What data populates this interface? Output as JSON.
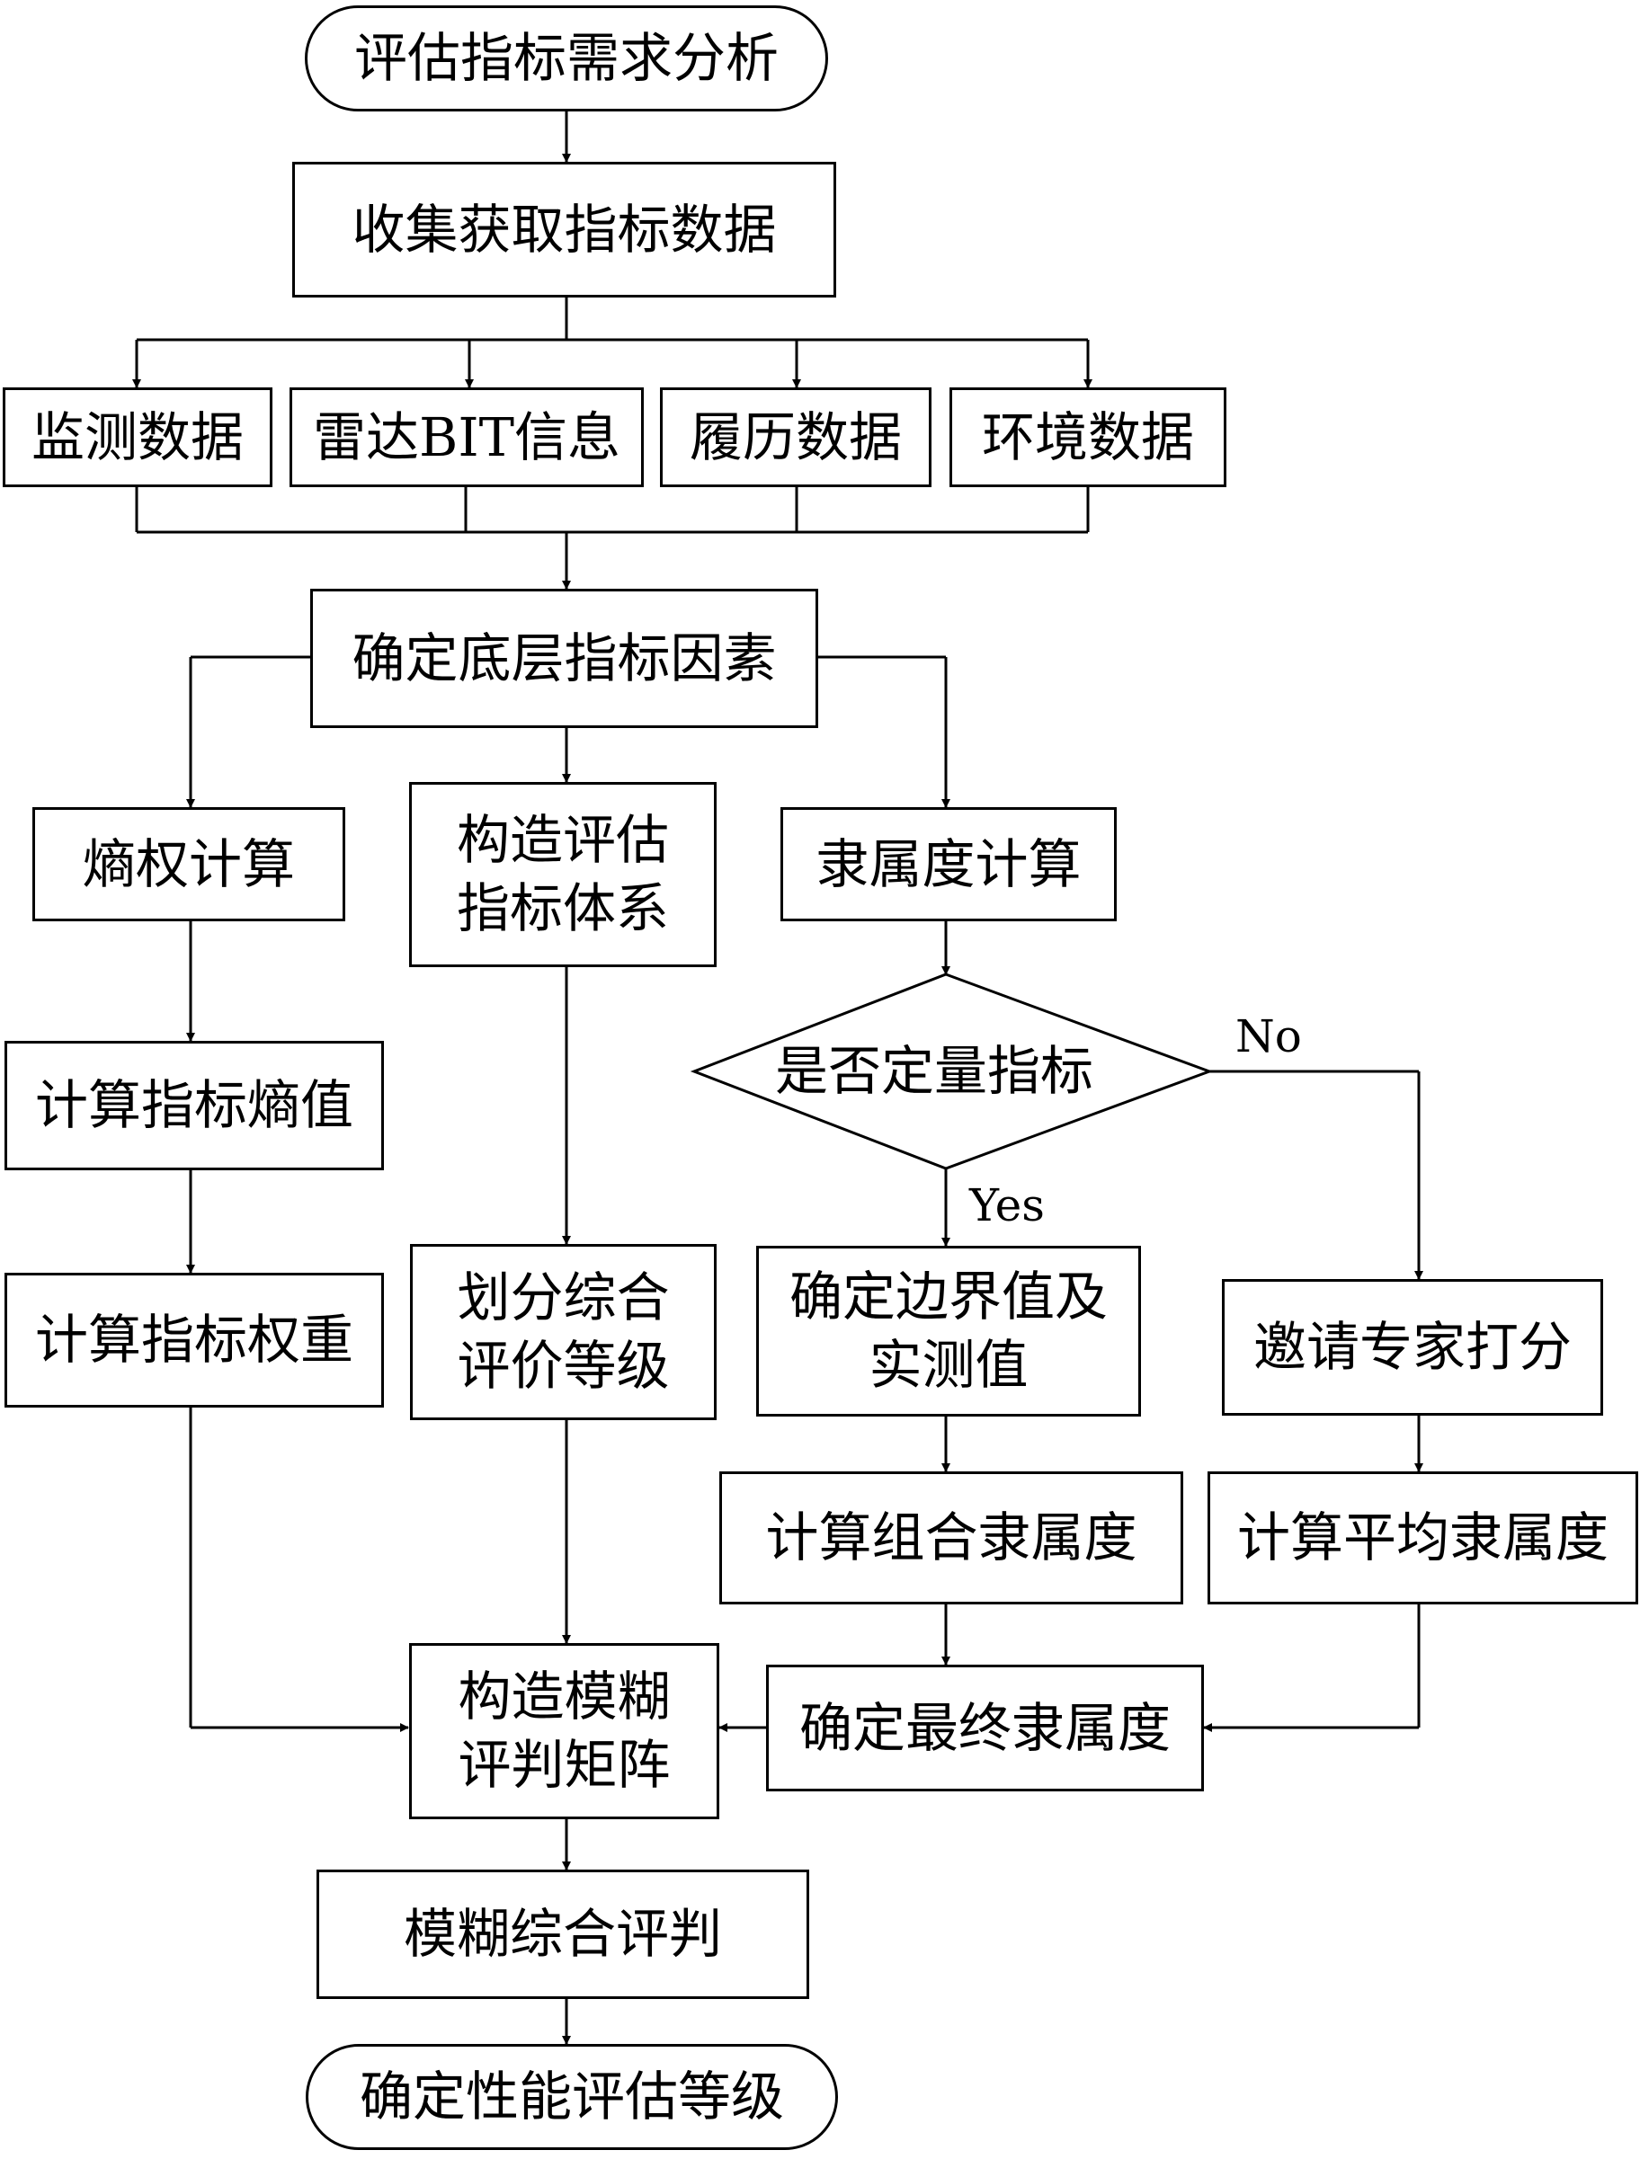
{
  "nodes": {
    "start": "评估指标需求分析",
    "collect": "收集获取指标数据",
    "monitor": "监测数据",
    "radar_bit": "雷达BIT信息",
    "history": "履历数据",
    "environment": "环境数据",
    "determine_bottom": "确定底层指标因素",
    "entropy_calc": "熵权计算",
    "build_system": [
      "构造评估",
      "指标体系"
    ],
    "membership_calc": "隶属度计算",
    "quant_decision": "是否定量指标",
    "entropy_value": "计算指标熵值",
    "weight": "计算指标权重",
    "grade_division": [
      "划分综合",
      "评价等级"
    ],
    "boundary": [
      "确定边界值及",
      "实测值"
    ],
    "expert": "邀请专家打分",
    "combined_membership": "计算组合隶属度",
    "average_membership": "计算平均隶属度",
    "fuzzy_matrix": [
      "构造模糊",
      "评判矩阵"
    ],
    "final_membership": "确定最终隶属度",
    "fuzzy_eval": "模糊综合评判",
    "end": "确定性能评估等级"
  },
  "edge_labels": {
    "yes": "Yes",
    "no": "No"
  }
}
